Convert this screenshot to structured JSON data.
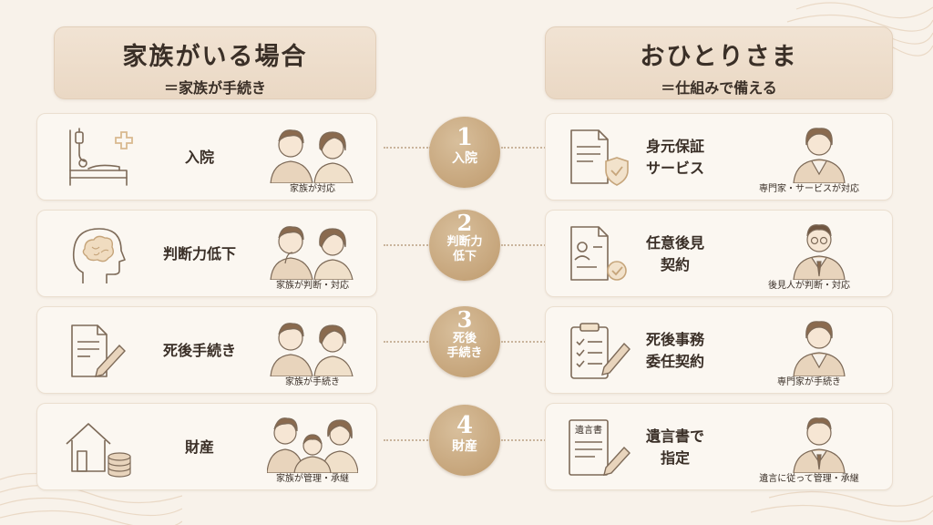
{
  "left_header": {
    "title": "家族がいる場合",
    "subtitle": "＝家族が手続き"
  },
  "right_header": {
    "title": "おひとりさま",
    "subtitle": "＝仕組みで備える"
  },
  "rows": [
    {
      "step_number": "1",
      "step_label": "入院",
      "left_label": "入院",
      "left_caption": "家族が対応",
      "right_label": "身元保証\nサービス",
      "right_caption": "専門家・サービスが対応"
    },
    {
      "step_number": "2",
      "step_label": "判断力\n低下",
      "left_label": "判断力低下",
      "left_caption": "家族が判断・対応",
      "right_label": "任意後見\n契約",
      "right_caption": "後見人が判断・対応"
    },
    {
      "step_number": "3",
      "step_label": "死後\n手続き",
      "left_label": "死後手続き",
      "left_caption": "家族が手続き",
      "right_label": "死後事務\n委任契約",
      "right_caption": "専門家が手続き"
    },
    {
      "step_number": "4",
      "step_label": "財産",
      "left_label": "財産",
      "left_caption": "家族が管理・承継",
      "right_label": "遺言書で\n指定",
      "right_caption": "遺言に従って管理・承継"
    }
  ],
  "document_icon_text": "遺言書",
  "colors": {
    "accent": "#c6a57b",
    "background": "#f8f2ea",
    "card": "#fbf7f1",
    "header": "#ecdcca",
    "line": "#8a7866"
  }
}
